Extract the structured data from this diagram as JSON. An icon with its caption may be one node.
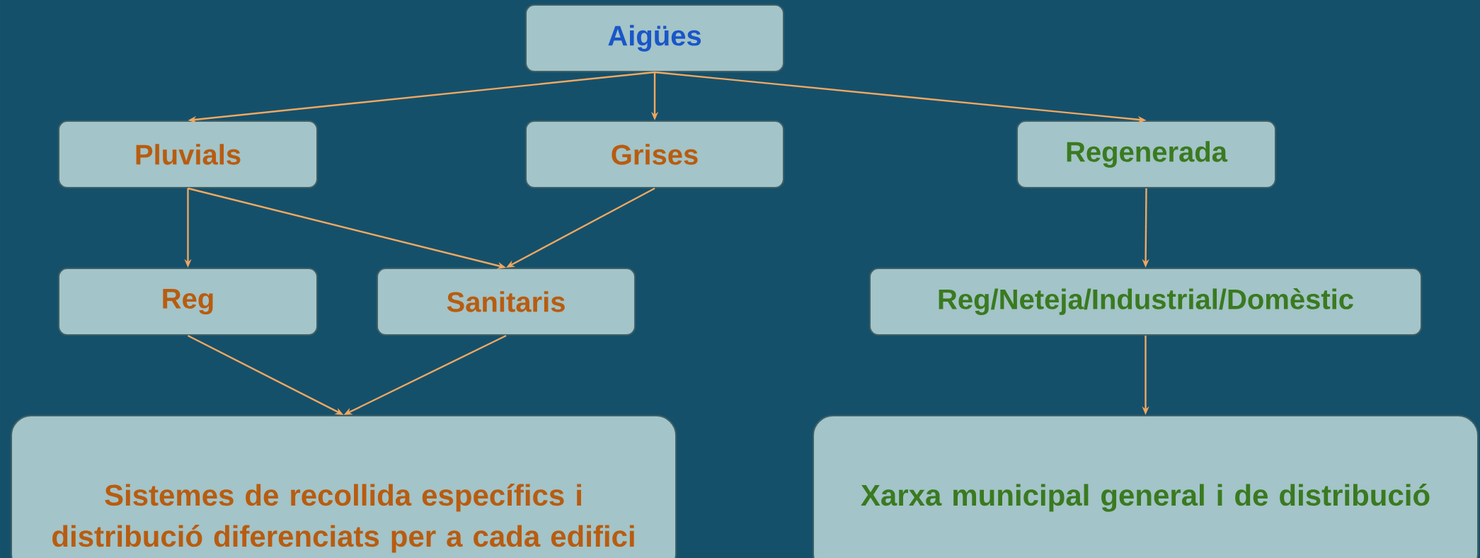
{
  "diagram": {
    "nodes": [
      {
        "text": [
          "Aigües"
        ]
      },
      {
        "text": [
          "Pluvials"
        ]
      },
      {
        "text": [
          "Grises"
        ]
      },
      {
        "text": [
          "Regenerada"
        ]
      },
      {
        "text": [
          "Reg"
        ]
      },
      {
        "text": [
          "Sanitaris"
        ]
      },
      {
        "text": [
          "Reg/Neteja/Industrial/Domèstic"
        ]
      },
      {
        "text": [
          "Sistemes de recollida específics i distribució diferenciats per a cada edifici"
        ]
      },
      {
        "text": [
          "Xarxa municipal general i de distribució"
        ]
      }
    ],
    "edges": [
      {
        "from": 0,
        "to": 1,
        "arrow": "to"
      },
      {
        "from": 0,
        "to": 2,
        "arrow": "to"
      },
      {
        "from": 0,
        "to": 3,
        "arrow": "to"
      },
      {
        "from": 1,
        "to": 4,
        "arrow": "to"
      },
      {
        "from": 1,
        "to": 5,
        "arrow": "to"
      },
      {
        "from": 2,
        "to": 5,
        "arrow": "to"
      },
      {
        "from": 4,
        "to": 7,
        "arrow": "to"
      },
      {
        "from": 5,
        "to": 7,
        "arrow": "to"
      },
      {
        "from": 3,
        "to": 6,
        "arrow": "to"
      },
      {
        "from": 6,
        "to": 8,
        "arrow": "to"
      }
    ]
  }
}
